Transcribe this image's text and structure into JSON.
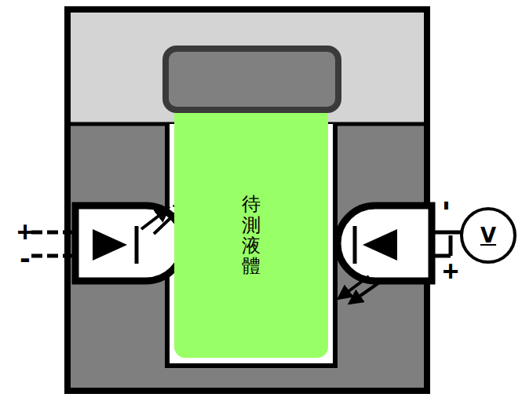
{
  "diagram": {
    "nodes": [
      {
        "text": [
          "待測液體"
        ]
      }
    ],
    "labels": [
      "+",
      "-",
      "-",
      "+",
      "V"
    ]
  }
}
